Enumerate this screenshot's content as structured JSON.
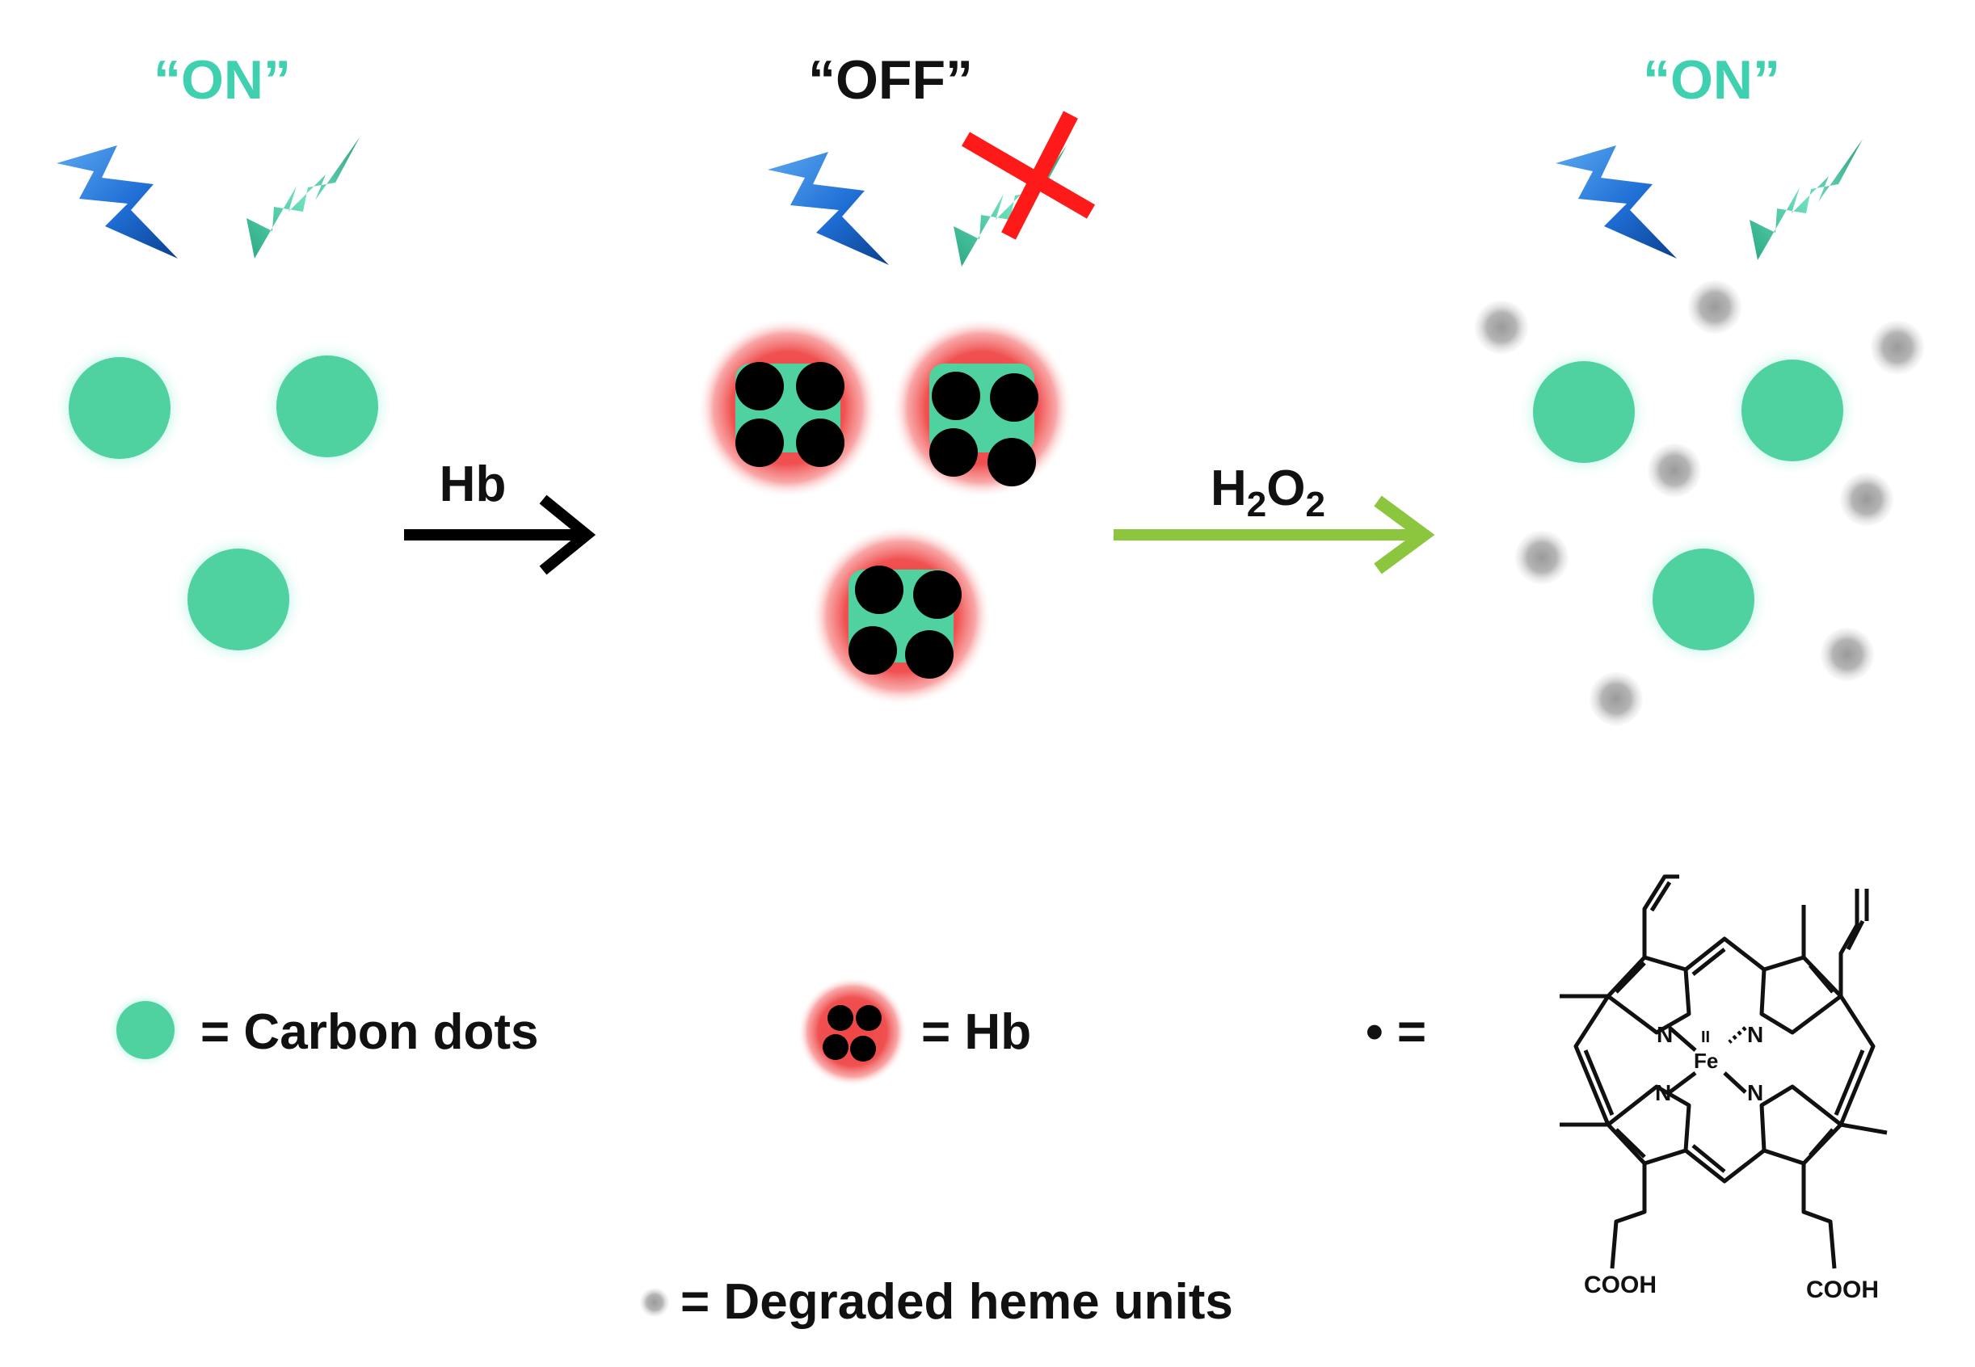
{
  "panels": {
    "left": {
      "state": "“ON”"
    },
    "middle": {
      "state": "“OFF”"
    },
    "right": {
      "state": "“ON”"
    }
  },
  "arrows": {
    "hb": {
      "label": "Hb",
      "color": "#000000"
    },
    "h2o2": {
      "label_main": "H",
      "sub1": "2",
      "label_mid": "O",
      "sub2": "2",
      "color": "#8cc63f"
    }
  },
  "legend": {
    "carbon_dots": "= Carbon dots",
    "hb": "= Hb",
    "heme": "• =",
    "degraded": "= Degraded heme units"
  },
  "structure": {
    "n": "N",
    "fe": "Fe",
    "ox": "II",
    "cooh": "COOH"
  },
  "colors": {
    "on_text": "#3fd0b0",
    "carbon_dot": "#4fd1a0",
    "hb_glow": "#ef4545",
    "excitation_bolt": "#1f6fd6",
    "emission_bolt": "#4fd6b0",
    "cross": "#ff1a1a",
    "degraded": "#a7a7a7"
  }
}
